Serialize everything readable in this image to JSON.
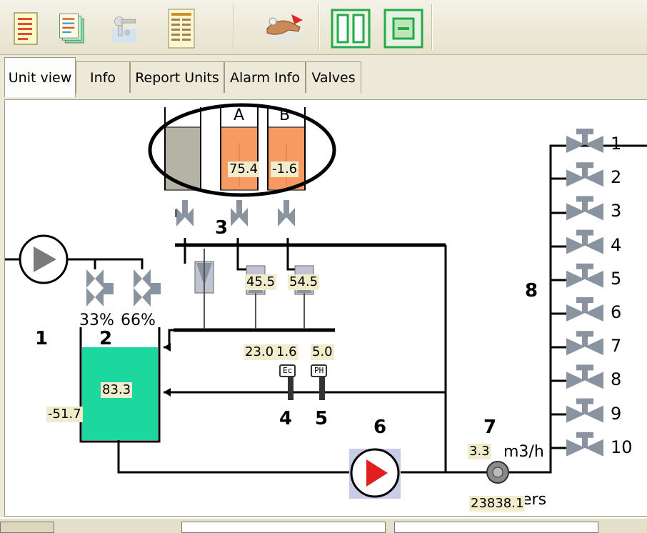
{
  "tabs": [
    {
      "label": "Unit view",
      "active": true
    },
    {
      "label": "Info",
      "active": false
    },
    {
      "label": "Report Units",
      "active": false
    },
    {
      "label": "Alarm Info",
      "active": false
    },
    {
      "label": "Valves",
      "active": false
    }
  ],
  "tanks": {
    "small_a_label": "A",
    "small_b_label": "B",
    "small_a_value": "75.4",
    "small_b_value": "-1.6",
    "main_value": "83.3",
    "main_side_value": "-51.7"
  },
  "inlet_valves": {
    "valve1_pct": "33%",
    "valve2_pct": "66%"
  },
  "flowmeters": {
    "a_value": "45.5",
    "b_value": "54.5"
  },
  "readings": {
    "temp": "23.0",
    "ec": "1.6",
    "ph": "5.0",
    "ec_tag": "Ec",
    "ph_tag": "PH"
  },
  "flow": {
    "rate": "3.3",
    "unit": "m3/h",
    "total": "23838.1",
    "total_unit_partial": "ers"
  },
  "callouts": [
    "1",
    "2",
    "3",
    "4",
    "5",
    "6",
    "7",
    "8"
  ],
  "outlet_valves": [
    "1",
    "2",
    "3",
    "4",
    "5",
    "6",
    "7",
    "8",
    "9",
    "10"
  ],
  "colors": {
    "tank_main": "#1dd89e",
    "tank_small": "#f79a62",
    "tank_grey": "#b4b3a6",
    "pump_arrow": "#e02020"
  }
}
